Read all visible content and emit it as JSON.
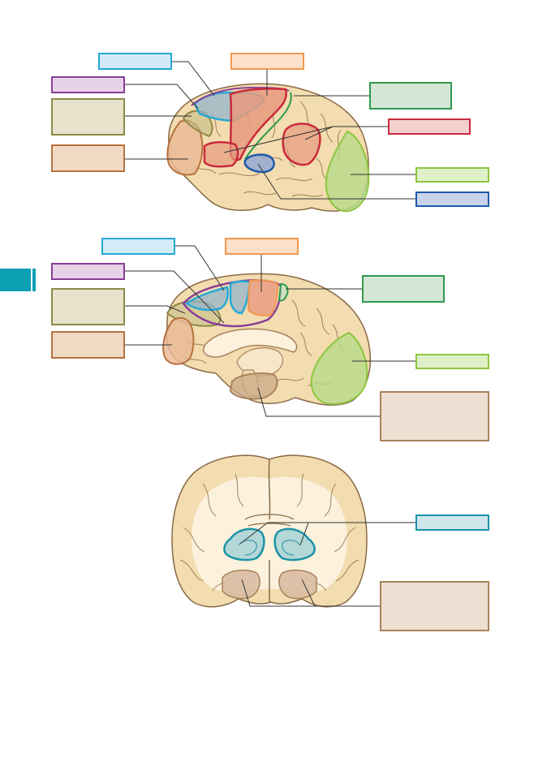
{
  "colors": {
    "brain_fill": "#f2dcb0",
    "brain_stroke": "#8a6a45",
    "white_matter": "#fbf1dc",
    "section_tab": "#0d9fb4",
    "line": "#333333"
  },
  "label_boxes": [
    {
      "id": "top-sky",
      "border": "#27a9d6",
      "fill": "#d3ebf8"
    },
    {
      "id": "top-orange",
      "border": "#f0984f",
      "fill": "#fde0c9"
    },
    {
      "id": "top-purple",
      "border": "#8a3e98",
      "fill": "#e6d3e8"
    },
    {
      "id": "top-olive",
      "border": "#8e8a45",
      "fill": "#e7e2cb"
    },
    {
      "id": "top-brown",
      "border": "#b7723f",
      "fill": "#f2d9c3"
    },
    {
      "id": "top-green",
      "border": "#2d9a4f",
      "fill": "#d5e6d6"
    },
    {
      "id": "top-red",
      "border": "#c92a3c",
      "fill": "#f4d0cd"
    },
    {
      "id": "top-lightgreen",
      "border": "#8cc63f",
      "fill": "#dff0c8"
    },
    {
      "id": "top-blue",
      "border": "#1f5aa8",
      "fill": "#c9d4ec"
    },
    {
      "id": "mid-sky",
      "border": "#27a9d6",
      "fill": "#d3ebf8"
    },
    {
      "id": "mid-orange",
      "border": "#f0984f",
      "fill": "#fde0c9"
    },
    {
      "id": "mid-purple",
      "border": "#8a3e98",
      "fill": "#e6d3e8"
    },
    {
      "id": "mid-olive",
      "border": "#8e8a45",
      "fill": "#e7e2cb"
    },
    {
      "id": "mid-brown",
      "border": "#b7723f",
      "fill": "#f2d9c3"
    },
    {
      "id": "mid-green",
      "border": "#2d9a4f",
      "fill": "#d5e6d6"
    },
    {
      "id": "mid-lightgreen",
      "border": "#8cc63f",
      "fill": "#dff0c8"
    },
    {
      "id": "mid-tan",
      "border": "#a9825b",
      "fill": "#ede0d2"
    },
    {
      "id": "bot-teal",
      "border": "#1b93a6",
      "fill": "#cfe6ea"
    },
    {
      "id": "bot-tan",
      "border": "#a9825b",
      "fill": "#ede0d2"
    }
  ]
}
